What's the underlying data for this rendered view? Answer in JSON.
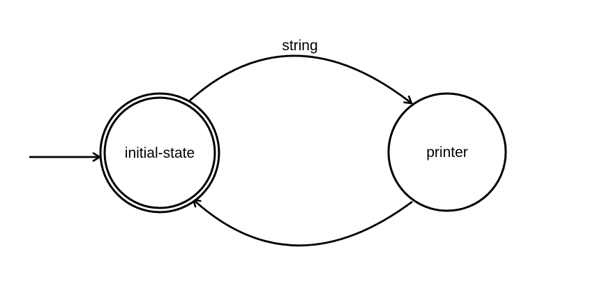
{
  "diagram": {
    "type": "finite-state-machine",
    "background_color": "#ffffff",
    "line_color": "#000000",
    "text_color": "#000000",
    "states": [
      {
        "label": "initial-state",
        "shape": "double-circle",
        "is_initial": true,
        "is_accepting": true
      },
      {
        "label": "printer",
        "shape": "circle",
        "is_initial": false,
        "is_accepting": false
      }
    ],
    "transitions": [
      {
        "from": "initial-state",
        "to": "printer",
        "label": "string",
        "curve": "top-arc"
      },
      {
        "from": "printer",
        "to": "initial-state",
        "label": "",
        "curve": "bottom-arc"
      }
    ],
    "start_arrow": {
      "points_to": "initial-state"
    }
  }
}
